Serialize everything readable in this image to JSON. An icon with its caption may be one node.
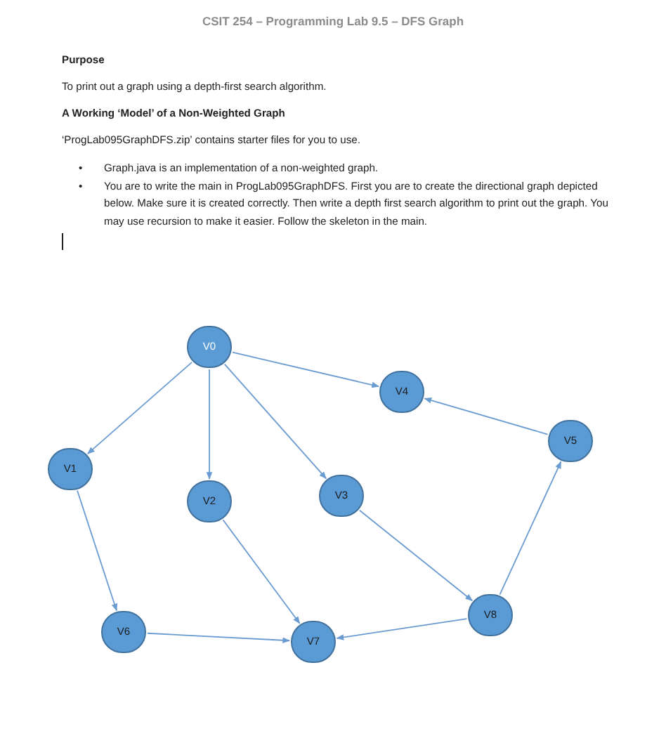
{
  "diagram": {
    "title": "CSIT 254 – Programming Lab 9.5 – DFS Graph",
    "labels": [
      "Purpose",
      "To print out a graph using a depth-first search algorithm.",
      "A Working ‘Model’ of a Non-Weighted Graph",
      "‘ProgLab095GraphDFS.zip’ contains starter files for you to use.",
      "•",
      "Graph.java is an implementation of a non-weighted graph.",
      "•",
      "You are to write the main in ProgLab095GraphDFS. First you are to create the directional graph depicted below. Make sure it is created correctly. Then write a depth first search algorithm to print out the graph. You may use recursion to make it easier. Follow the skeleton in the main."
    ],
    "nodes": [
      {
        "text": [
          "V0"
        ]
      },
      {
        "text": [
          "V4"
        ]
      },
      {
        "text": [
          "V5"
        ]
      },
      {
        "text": [
          "V1"
        ]
      },
      {
        "text": [
          "V2"
        ]
      },
      {
        "text": [
          "V3"
        ]
      },
      {
        "text": [
          "V6"
        ]
      },
      {
        "text": [
          "V7"
        ]
      },
      {
        "text": [
          "V8"
        ]
      }
    ],
    "edges": [
      {
        "from": 0,
        "to": 1,
        "arrow": "to"
      },
      {
        "from": 0,
        "to": 3,
        "arrow": "to"
      },
      {
        "from": 0,
        "to": 4,
        "arrow": "to"
      },
      {
        "from": 0,
        "to": 5,
        "arrow": "to"
      },
      {
        "from": 2,
        "to": 1,
        "arrow": "to"
      },
      {
        "from": 3,
        "to": 6,
        "arrow": "to"
      },
      {
        "from": 4,
        "to": 7,
        "arrow": "to"
      },
      {
        "from": 5,
        "to": 8,
        "arrow": "to"
      },
      {
        "from": 8,
        "to": 2,
        "arrow": "to"
      },
      {
        "from": 8,
        "to": 7,
        "arrow": "to"
      },
      {
        "from": 6,
        "to": 7,
        "arrow": "to"
      }
    ]
  }
}
